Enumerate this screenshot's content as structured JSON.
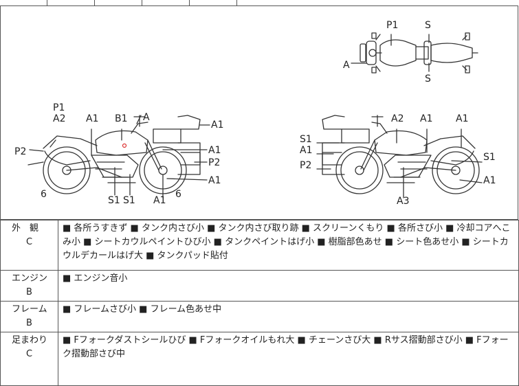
{
  "diagram": {
    "top_view": {
      "labels": [
        "P1",
        "S",
        "A",
        "S"
      ]
    },
    "left_view": {
      "labels": [
        "P1",
        "A2",
        "A1",
        "B1",
        "A",
        "A1",
        "P2",
        "A1",
        "A1",
        "P2",
        "A1",
        "6",
        "S1",
        "S1",
        "A1",
        "6"
      ]
    },
    "right_view": {
      "labels": [
        "A2",
        "A1",
        "A1",
        "S1",
        "A1",
        "P2",
        "S1",
        "A1",
        "A3"
      ]
    }
  },
  "report": {
    "rows": [
      {
        "category": "外　観",
        "grade": "C",
        "details": "■ 各所うすきず ■ タンク内さび小 ■ タンク内さび取り跡 ■ スクリーンくもり ■ 各所さび小 ■ 冷却コアへこみ小 ■ シートカウルペイントひび小 ■ タンクペイントはげ小 ■ 樹脂部色あせ ■ シート色あせ小 ■ シートカウルデカールはげ大 ■ タンクパッド貼付"
      },
      {
        "category": "エンジン",
        "grade": "B",
        "details": "■ エンジン音小"
      },
      {
        "category": "フレーム",
        "grade": "B",
        "details": "■ フレームさび小 ■ フレーム色あせ中"
      },
      {
        "category": "足まわり",
        "grade": "C",
        "details": "■ Fフォークダストシールひび ■ Fフォークオイルもれ大 ■ チェーンさび大 ■ Rサス摺動部さび小 ■ Fフォーク摺動部さび中"
      }
    ]
  }
}
